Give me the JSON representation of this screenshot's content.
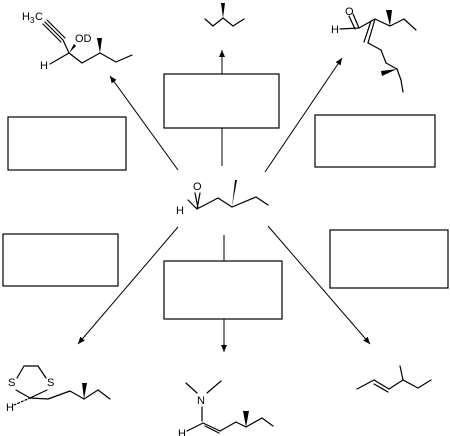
{
  "center": {
    "atom_o": "O",
    "atom_h": "H"
  },
  "top_left": {
    "atom_h3c": "H",
    "atom_sub3": "3",
    "atom_c": "C",
    "atom_od": "OD",
    "atom_h": "H"
  },
  "top_right": {
    "atom_o": "O",
    "atom_h": "H"
  },
  "bottom_left": {
    "atom_s1": "S",
    "atom_s2": "S",
    "atom_h": "H"
  },
  "bottom_mid": {
    "atom_n": "N",
    "atom_h": "H"
  },
  "reagent_boxes": [
    {
      "label": ""
    },
    {
      "label": ""
    },
    {
      "label": ""
    },
    {
      "label": ""
    },
    {
      "label": ""
    }
  ],
  "colors": {
    "ink": "#000000",
    "background": "#ffffff"
  }
}
